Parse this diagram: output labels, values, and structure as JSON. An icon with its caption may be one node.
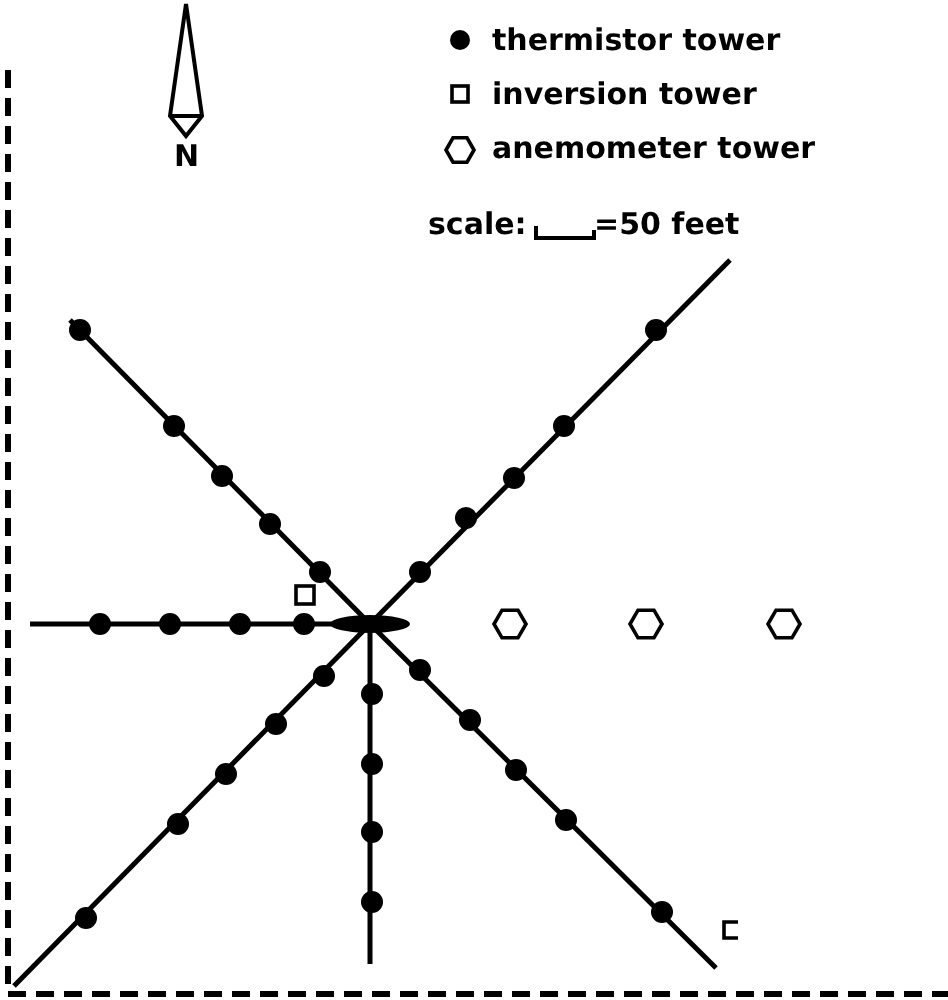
{
  "diagram": {
    "labels": [
      "N",
      "scale:",
      "=50 feet"
    ],
    "legend": [
      {
        "text": "thermistor tower"
      },
      {
        "text": "inversion tower"
      },
      {
        "text": "anemometer tower"
      }
    ]
  }
}
